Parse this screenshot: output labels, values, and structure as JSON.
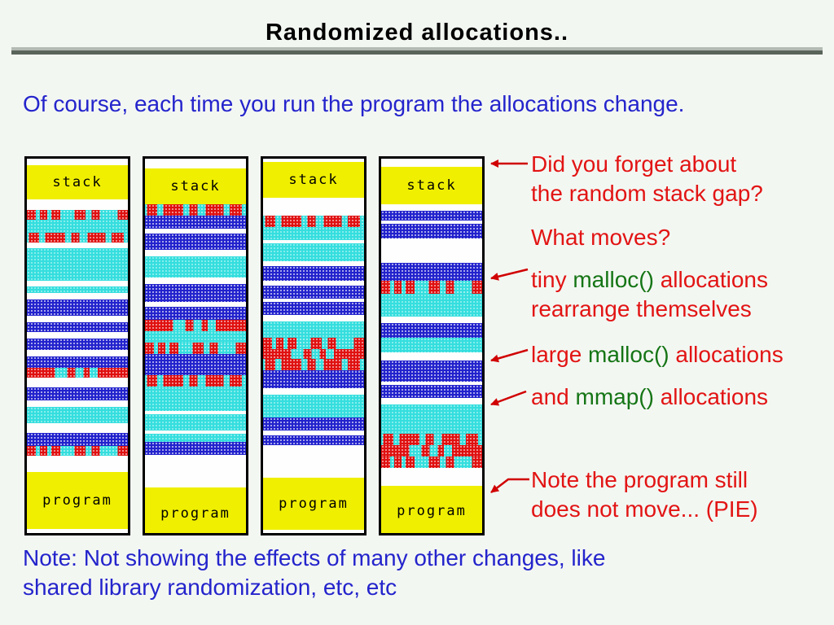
{
  "slide": {
    "title": "Randomized allocations..",
    "intro": "Of course, each time you run the program the allocations change.",
    "footer_line1": "Note: Not showing the effects of many other changes, like",
    "footer_line2": "shared library randomization, etc, etc"
  },
  "colors": {
    "background": "#f3f7f2",
    "text_blue": "#2424cc",
    "annotation_red": "#e21414",
    "code_green": "#157515",
    "band_yellow": "#f0ef00",
    "band_cyan": "#35dede",
    "band_blue": "#2222cd",
    "band_red": "#e01010"
  },
  "diagram": {
    "stack_label": "stack",
    "program_label": "program",
    "columns": [
      {
        "bands": [
          [
            "white",
            8
          ],
          [
            "stack",
            42
          ],
          [
            "white",
            13
          ],
          [
            "rc-a",
            12
          ],
          [
            "cyan",
            16
          ],
          [
            "rc-b",
            12
          ],
          [
            "white",
            7
          ],
          [
            "cyan",
            40
          ],
          [
            "white",
            7
          ],
          [
            "cyan",
            8
          ],
          [
            "white",
            8
          ],
          [
            "blue",
            20
          ],
          [
            "white",
            8
          ],
          [
            "blue",
            12
          ],
          [
            "white",
            8
          ],
          [
            "blue",
            14
          ],
          [
            "white",
            8
          ],
          [
            "blue",
            14
          ],
          [
            "rc-c",
            12
          ],
          [
            "white",
            12
          ],
          [
            "blue",
            16
          ],
          [
            "white",
            8
          ],
          [
            "cyan",
            20
          ],
          [
            "white",
            12
          ],
          [
            "blue",
            16
          ],
          [
            "rc-a",
            12
          ],
          [
            "whiteflex",
            18
          ],
          [
            "program",
            70
          ],
          [
            "white",
            5
          ]
        ]
      },
      {
        "bands": [
          [
            "white",
            12
          ],
          [
            "stack",
            44
          ],
          [
            "rc-b",
            14
          ],
          [
            "blue",
            16
          ],
          [
            "white",
            6
          ],
          [
            "blue",
            20
          ],
          [
            "white",
            8
          ],
          [
            "cyan",
            26
          ],
          [
            "white",
            8
          ],
          [
            "blue",
            22
          ],
          [
            "white",
            6
          ],
          [
            "blue",
            16
          ],
          [
            "rc-c",
            14
          ],
          [
            "cyan",
            14
          ],
          [
            "rc-a",
            14
          ],
          [
            "blue",
            26
          ],
          [
            "rc-b",
            14
          ],
          [
            "cyan",
            30
          ],
          [
            "white",
            4
          ],
          [
            "cyan",
            20
          ],
          [
            "white",
            4
          ],
          [
            "cyan",
            10
          ],
          [
            "blue",
            16
          ],
          [
            "whiteflex",
            40
          ],
          [
            "program",
            64
          ],
          [
            "white",
            6
          ]
        ]
      },
      {
        "bands": [
          [
            "white",
            4
          ],
          [
            "stack",
            44
          ],
          [
            "white",
            22
          ],
          [
            "rc-b",
            14
          ],
          [
            "cyan",
            16
          ],
          [
            "white",
            4
          ],
          [
            "cyan",
            22
          ],
          [
            "white",
            6
          ],
          [
            "blue",
            18
          ],
          [
            "white",
            6
          ],
          [
            "blue",
            16
          ],
          [
            "white",
            4
          ],
          [
            "blue",
            16
          ],
          [
            "white",
            8
          ],
          [
            "cyan",
            20
          ],
          [
            "rc-a",
            14
          ],
          [
            "rc-c",
            12
          ],
          [
            "rc-b",
            14
          ],
          [
            "blue",
            22
          ],
          [
            "white",
            8
          ],
          [
            "cyan",
            28
          ],
          [
            "blue",
            16
          ],
          [
            "white",
            6
          ],
          [
            "blue",
            12
          ],
          [
            "whiteflex",
            40
          ],
          [
            "program",
            64
          ],
          [
            "white",
            6
          ]
        ]
      },
      {
        "bands": [
          [
            "white",
            10
          ],
          [
            "stack",
            46
          ],
          [
            "white",
            8
          ],
          [
            "blue",
            12
          ],
          [
            "white",
            4
          ],
          [
            "blue",
            18
          ],
          [
            "white",
            30
          ],
          [
            "blue",
            22
          ],
          [
            "rc-a",
            16
          ],
          [
            "cyan",
            28
          ],
          [
            "white",
            8
          ],
          [
            "blue",
            18
          ],
          [
            "cyan",
            18
          ],
          [
            "white",
            10
          ],
          [
            "blue",
            26
          ],
          [
            "white",
            4
          ],
          [
            "blue",
            16
          ],
          [
            "white",
            8
          ],
          [
            "cyan",
            36
          ],
          [
            "rc-b",
            14
          ],
          [
            "rc-c",
            14
          ],
          [
            "rc-a",
            14
          ],
          [
            "whiteflex",
            22
          ],
          [
            "program",
            62
          ],
          [
            "white",
            8
          ]
        ]
      }
    ]
  },
  "annotations": [
    {
      "name": "stack-gap-note",
      "lines": [
        [
          {
            "t": "Did you forget about"
          }
        ],
        [
          {
            "t": "the random stack gap?"
          }
        ]
      ]
    },
    {
      "name": "what-moves-question",
      "lines": [
        [
          {
            "t": "What moves?"
          }
        ]
      ]
    },
    {
      "name": "tiny-malloc-note",
      "lines": [
        [
          {
            "t": "tiny "
          },
          {
            "t": "malloc()",
            "g": 1
          },
          {
            "t": " allocations"
          }
        ],
        [
          {
            "t": "rearrange themselves"
          }
        ]
      ]
    },
    {
      "name": "large-malloc-note",
      "lines": [
        [
          {
            "t": "large "
          },
          {
            "t": "malloc()",
            "g": 1
          },
          {
            "t": " allocations"
          }
        ]
      ]
    },
    {
      "name": "mmap-note",
      "lines": [
        [
          {
            "t": "and "
          },
          {
            "t": "mmap()",
            "g": 1
          },
          {
            "t": " allocations"
          }
        ]
      ]
    },
    {
      "name": "pie-note",
      "lines": [
        [
          {
            "t": "Note the program still"
          }
        ],
        [
          {
            "t": "does not move... (PIE)"
          }
        ]
      ]
    }
  ]
}
